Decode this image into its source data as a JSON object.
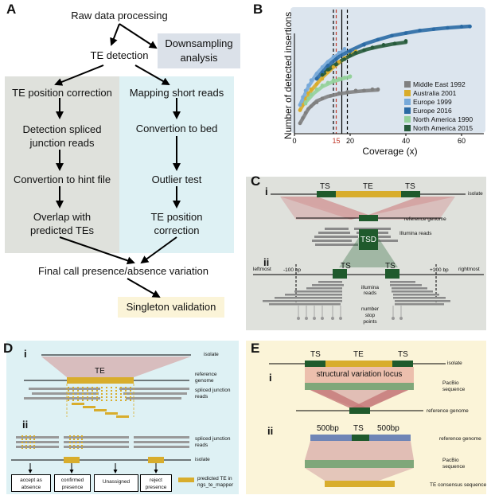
{
  "panelA": {
    "label": "A",
    "raw": "Raw data processing",
    "downsampling": [
      "Downsampling",
      "analysis"
    ],
    "te_detection": "TE detection",
    "left": {
      "title": "TE position correction",
      "step1": [
        "Detection spliced",
        "junction reads"
      ],
      "step2": "Convertion to hint file",
      "step3": [
        "Overlap with",
        "predicted TEs"
      ]
    },
    "right": {
      "title": "Mapping short reads",
      "step1": "Convertion to bed",
      "step2": "Outlier test",
      "step3": [
        "TE position",
        "correction"
      ]
    },
    "final": "Final call presence/absence variation",
    "singleton": "Singleton validation",
    "colors": {
      "left_bg": "#dfe1dc",
      "right_bg": "#def1f4",
      "downsampling_bg": "#dbe1e9",
      "singleton_bg": "#fbf4d8"
    }
  },
  "panelB": {
    "label": "B",
    "chart_data": {
      "type": "scatter",
      "xlabel": "Coverage (x)",
      "ylabel": "Number of detected insertions",
      "xlim": [
        0,
        68
      ],
      "ylim": [
        0,
        95
      ],
      "xticks": [
        0,
        20,
        40,
        60
      ],
      "highlight_tick": "15",
      "vlines": [
        14,
        15,
        17,
        19
      ],
      "series": [
        {
          "name": "Middle East 1992",
          "color": "#808080",
          "points": [
            [
              2,
              8
            ],
            [
              3,
              12
            ],
            [
              4,
              16
            ],
            [
              5,
              19
            ],
            [
              6,
              21
            ],
            [
              7,
              23
            ],
            [
              8,
              24
            ],
            [
              10,
              27
            ],
            [
              13,
              29
            ],
            [
              16,
              31
            ],
            [
              19,
              32
            ],
            [
              22,
              33
            ],
            [
              25,
              33
            ],
            [
              28,
              34
            ],
            [
              30,
              34
            ]
          ],
          "fit": [
            [
              2,
              8
            ],
            [
              5,
              19
            ],
            [
              8,
              25
            ],
            [
              12,
              28.5
            ],
            [
              16,
              30.5
            ],
            [
              20,
              31.8
            ],
            [
              25,
              32.8
            ],
            [
              30,
              33.5
            ]
          ]
        },
        {
          "name": "Australia 2001",
          "color": "#d9ac2a",
          "points": [
            [
              2,
              18
            ],
            [
              3,
              22
            ],
            [
              4,
              27
            ],
            [
              5,
              31
            ],
            [
              6,
              34
            ],
            [
              8,
              38
            ],
            [
              10,
              42
            ],
            [
              12,
              47
            ],
            [
              14,
              51
            ],
            [
              16,
              55
            ],
            [
              18,
              58
            ],
            [
              20,
              61
            ],
            [
              22,
              63
            ]
          ],
          "fit": [
            [
              2,
              18
            ],
            [
              6,
              33
            ],
            [
              10,
              43
            ],
            [
              14,
              51
            ],
            [
              18,
              57.5
            ],
            [
              22,
              62.5
            ]
          ]
        },
        {
          "name": "Europe 1999",
          "color": "#77a9d9",
          "points": [
            [
              2,
              22
            ],
            [
              3,
              28
            ],
            [
              4,
              33
            ],
            [
              5,
              37
            ],
            [
              6,
              41
            ],
            [
              8,
              46
            ],
            [
              10,
              51
            ],
            [
              12,
              55
            ],
            [
              14,
              59
            ],
            [
              16,
              62
            ],
            [
              18,
              65
            ]
          ],
          "fit": [
            [
              2,
              22
            ],
            [
              5,
              36
            ],
            [
              8,
              46
            ],
            [
              12,
              55
            ],
            [
              16,
              61
            ],
            [
              18,
              64
            ]
          ]
        },
        {
          "name": "Europe 2016",
          "color": "#2a6aa4",
          "points": [
            [
              8,
              42
            ],
            [
              10,
              47
            ],
            [
              12,
              52
            ],
            [
              15,
              57
            ],
            [
              20,
              63
            ],
            [
              25,
              68
            ],
            [
              30,
              72
            ],
            [
              35,
              75
            ],
            [
              40,
              77
            ],
            [
              45,
              79
            ],
            [
              50,
              80
            ],
            [
              55,
              81
            ],
            [
              60,
              82
            ],
            [
              63,
              82
            ]
          ],
          "fit": [
            [
              8,
              42
            ],
            [
              12,
              52
            ],
            [
              16,
              59
            ],
            [
              20,
              63.5
            ],
            [
              25,
              68.5
            ],
            [
              30,
              72
            ],
            [
              35,
              75
            ],
            [
              40,
              77
            ],
            [
              45,
              78.8
            ],
            [
              50,
              80
            ],
            [
              55,
              81
            ],
            [
              60,
              81.8
            ],
            [
              63,
              82.2
            ]
          ]
        },
        {
          "name": "North America 1990",
          "color": "#94d19a",
          "points": [
            [
              4,
              23
            ],
            [
              5,
              27
            ],
            [
              6,
              30
            ],
            [
              8,
              34
            ],
            [
              10,
              37
            ],
            [
              12,
              39
            ],
            [
              14,
              41
            ],
            [
              16,
              42
            ],
            [
              18,
              43
            ],
            [
              20,
              44
            ]
          ],
          "fit": [
            [
              4,
              24
            ],
            [
              7,
              31
            ],
            [
              10,
              36
            ],
            [
              14,
              40
            ],
            [
              18,
              42.5
            ],
            [
              20,
              43.5
            ]
          ]
        },
        {
          "name": "North America 2015",
          "color": "#265a3a",
          "points": [
            [
              10,
              45
            ],
            [
              12,
              49
            ],
            [
              15,
              53
            ],
            [
              18,
              57
            ],
            [
              20,
              60
            ],
            [
              22,
              62
            ],
            [
              25,
              64
            ],
            [
              28,
              66
            ],
            [
              32,
              68
            ],
            [
              36,
              69
            ],
            [
              40,
              71
            ]
          ],
          "fit": [
            [
              10,
              45
            ],
            [
              14,
              52
            ],
            [
              18,
              57.5
            ],
            [
              22,
              61.5
            ],
            [
              26,
              64.5
            ],
            [
              30,
              66.5
            ],
            [
              35,
              68.5
            ],
            [
              40,
              70
            ]
          ]
        }
      ]
    }
  },
  "panelC": {
    "label": "C",
    "sub_i": "i",
    "sub_ii": "ii",
    "ts": "TS",
    "te": "TE",
    "isolate": "isolate",
    "reference_genome": "reference genome",
    "illumina_reads": "Illumina reads",
    "tsd": "TSD",
    "leftmost": "leftmost",
    "minus100": "-100 bp",
    "plus100": "+100 bp",
    "rightmost": "rightmost",
    "illumina_reads2": [
      "illumina",
      "reads"
    ],
    "number_stop_points": [
      "number",
      "stop",
      "points"
    ]
  },
  "panelD": {
    "label": "D",
    "sub_i": "i",
    "sub_ii": "ii",
    "isolate": "isolate",
    "te": "TE",
    "reference_genome": [
      "reference",
      "genome"
    ],
    "spliced_reads": [
      "spliced junction",
      "reads"
    ],
    "spliced_reads2": [
      "spliced junction",
      "reads"
    ],
    "isolate2": "isolate",
    "boxes": [
      [
        "accept as",
        "absence"
      ],
      [
        "confirmed",
        "presence"
      ],
      [
        "Unassigned"
      ],
      [
        "reject",
        "presence"
      ]
    ],
    "legend": [
      "predicted TE in",
      "ngs_te_mapper"
    ]
  },
  "panelE": {
    "label": "E",
    "sub_i": "i",
    "sub_ii": "ii",
    "ts": "TS",
    "te": "TE",
    "isolate": "isolate",
    "sv_locus": "structural variation locus",
    "pacbio": [
      "PacBio",
      "sequence"
    ],
    "reference_genome": "reference genome",
    "bp500": "500bp",
    "ts2": "TS",
    "reference_genome2": "reference genome",
    "pacbio2": [
      "PacBio",
      "sequence"
    ],
    "te_consensus": "TE consensus sequence"
  }
}
